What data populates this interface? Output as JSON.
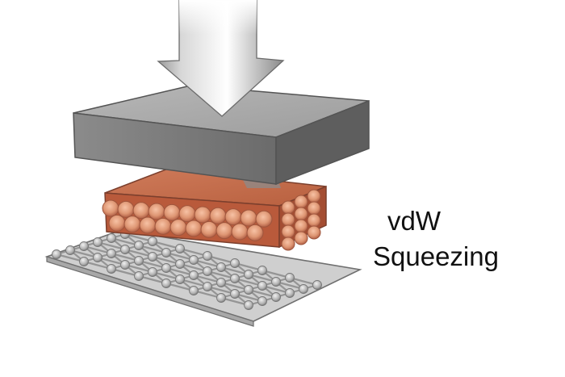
{
  "labels": {
    "line1": "vdW",
    "line2": "Squeezing"
  },
  "colors": {
    "arrow_light": "#fbfbfb",
    "arrow_dark": "#8a8a8a",
    "press_top": "#a9a9a9",
    "press_front": "#7c7c7c",
    "press_side": "#5f5f5f",
    "slab_top": "#c26a48",
    "slab_front": "#b85a3b",
    "slab_bead": "#e7a07c",
    "lattice_line": "#8f8f8f",
    "lattice_node": "#a6a6a6",
    "sheet_fill": "#d7d7d7"
  },
  "icons": {
    "arrow": "down-arrow-icon",
    "press": "press-block",
    "slab": "material-slab",
    "lattice": "lattice-sheet"
  }
}
